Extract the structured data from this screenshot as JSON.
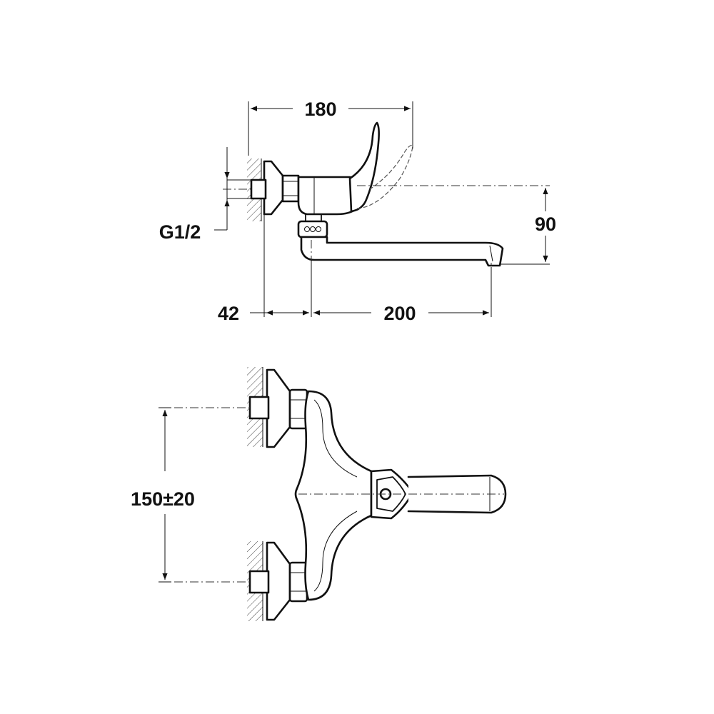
{
  "dimensions": {
    "width_overall": "180",
    "connection_thread": "G1/2",
    "height_spout": "90",
    "wall_to_spout_axis": "42",
    "spout_reach": "200",
    "inlet_spacing": "150±20"
  }
}
